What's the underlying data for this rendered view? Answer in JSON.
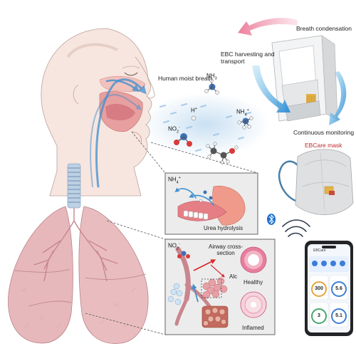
{
  "labels": {
    "human_moist_breath": "Human moist breath",
    "ebc_harvesting": "EBC harvesting and transport",
    "breath_condensation": "Breath condensation",
    "continuous_monitoring": "Continuous monitoring",
    "ebcare_mask": "EBCare mask",
    "urea_hydrolysis": "Urea hydrolysis",
    "airway_cross_section": "Airway cross-section",
    "alc": "Alc",
    "healthy": "Healthy",
    "inflamed": "Inflamed"
  },
  "chemicals": {
    "nh3": {
      "base": "NH",
      "sub": "3"
    },
    "h_plus": {
      "base": "H",
      "sup": "+"
    },
    "nh4_plus": {
      "base": "NH",
      "sub": "4",
      "sup": "+"
    },
    "no2_minus": {
      "base": "NO",
      "sub": "2",
      "sup": "-"
    },
    "inset_nh4": {
      "base": "NH",
      "sub": "4",
      "sup": "+"
    },
    "inset_no2": {
      "base": "NO",
      "sub": "2",
      "sup": "-"
    }
  },
  "phone": {
    "app_title": "EBCare",
    "readings": [
      "300",
      "5.6",
      "3",
      "5.1"
    ]
  },
  "icons": [
    "bluetooth-icon",
    "wireless-signal-icon"
  ],
  "colors": {
    "skin": "#f7e6df",
    "lung": "#e7b8bb",
    "airflow": "#3f8fd0",
    "trachea": "#9cb8d4",
    "arrow_pink": "#ee9db2",
    "mask": "#dfe0e1",
    "mask_strap": "#4a7fa8",
    "phone_accent": "#3b7dd8",
    "healthy": "#e77e9e",
    "label_red": "#c0282a"
  }
}
